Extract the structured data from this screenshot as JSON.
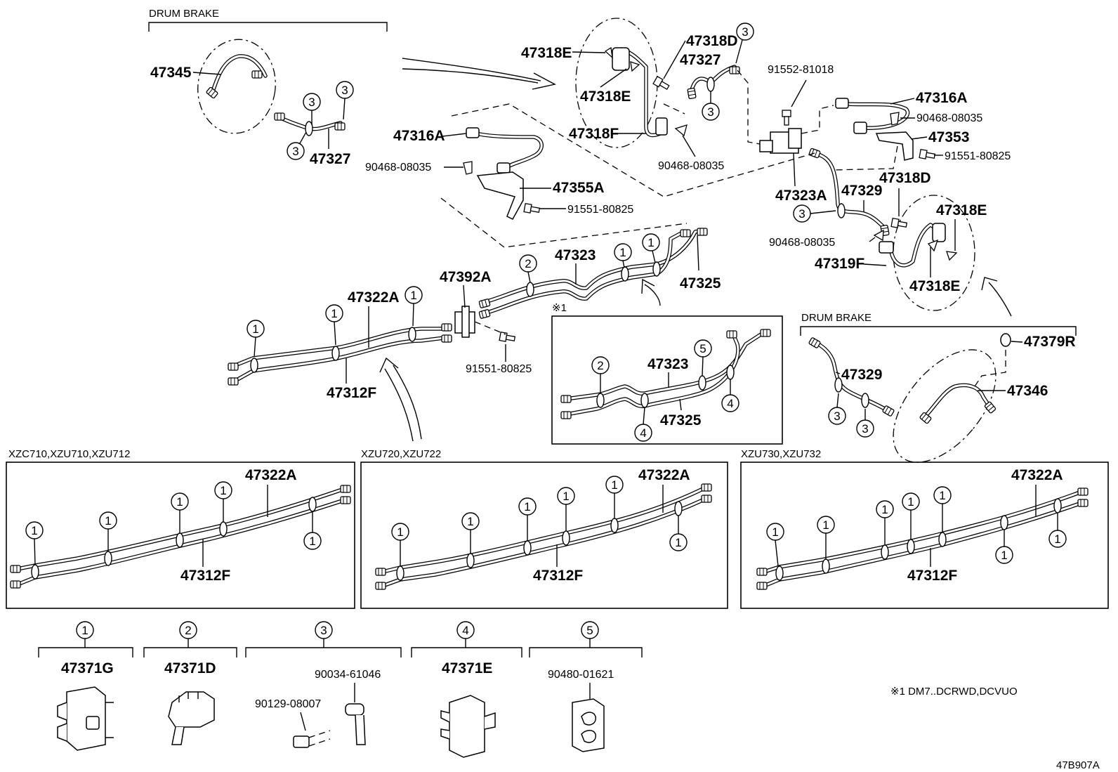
{
  "headers": {
    "drum_brake_top": "DRUM BRAKE",
    "drum_brake_right": "DRUM BRAKE",
    "variant1": "XZC710,XZU710,XZU712",
    "variant2": "XZU720,XZU722",
    "variant3": "XZU730,XZU732"
  },
  "labels": {
    "p47345": "47345",
    "p47327_a": "47327",
    "p47318E_a": "47318E",
    "p47318E_b": "47318E",
    "p47318D_a": "47318D",
    "p47327_b": "47327",
    "p91552": "91552-81018",
    "p47316A_a": "47316A",
    "p90468_a": "90468-08035",
    "p47353": "47353",
    "p91551_a": "91551-80825",
    "p47318F": "47318F",
    "p90468_b": "90468-08035",
    "p47316A_b": "47316A",
    "p90468_c": "90468-08035",
    "p47355A": "47355A",
    "p91551_b": "91551-80825",
    "p47323A": "47323A",
    "p47329_a": "47329",
    "p47318D_b": "47318D",
    "p47318E_c": "47318E",
    "p90468_d": "90468-08035",
    "p47319F": "47319F",
    "p47318E_d": "47318E",
    "p47323_a": "47323",
    "p47325_a": "47325",
    "p47392A": "47392A",
    "p47322A_a": "47322A",
    "p47312F_a": "47312F",
    "p91551_c": "91551-80825",
    "p47323_b": "47323",
    "p47325_b": "47325",
    "note_mark": "※1",
    "p47329_b": "47329",
    "p47379R": "47379R",
    "p47346": "47346",
    "v1_47322A": "47322A",
    "v1_47312F": "47312F",
    "v2_47322A": "47322A",
    "v2_47312F": "47312F",
    "v3_47322A": "47322A",
    "v3_47312F": "47312F"
  },
  "legend": [
    {
      "num": "1",
      "part": "47371G"
    },
    {
      "num": "2",
      "part": "47371D"
    },
    {
      "num": "3",
      "part": "90034-61046",
      "part2": "90129-08007"
    },
    {
      "num": "4",
      "part": "47371E"
    },
    {
      "num": "5",
      "part": "90480-01621"
    }
  ],
  "footnote": "※1 DM7..DCRWD,DCVUO",
  "figure_code": "47B907A"
}
